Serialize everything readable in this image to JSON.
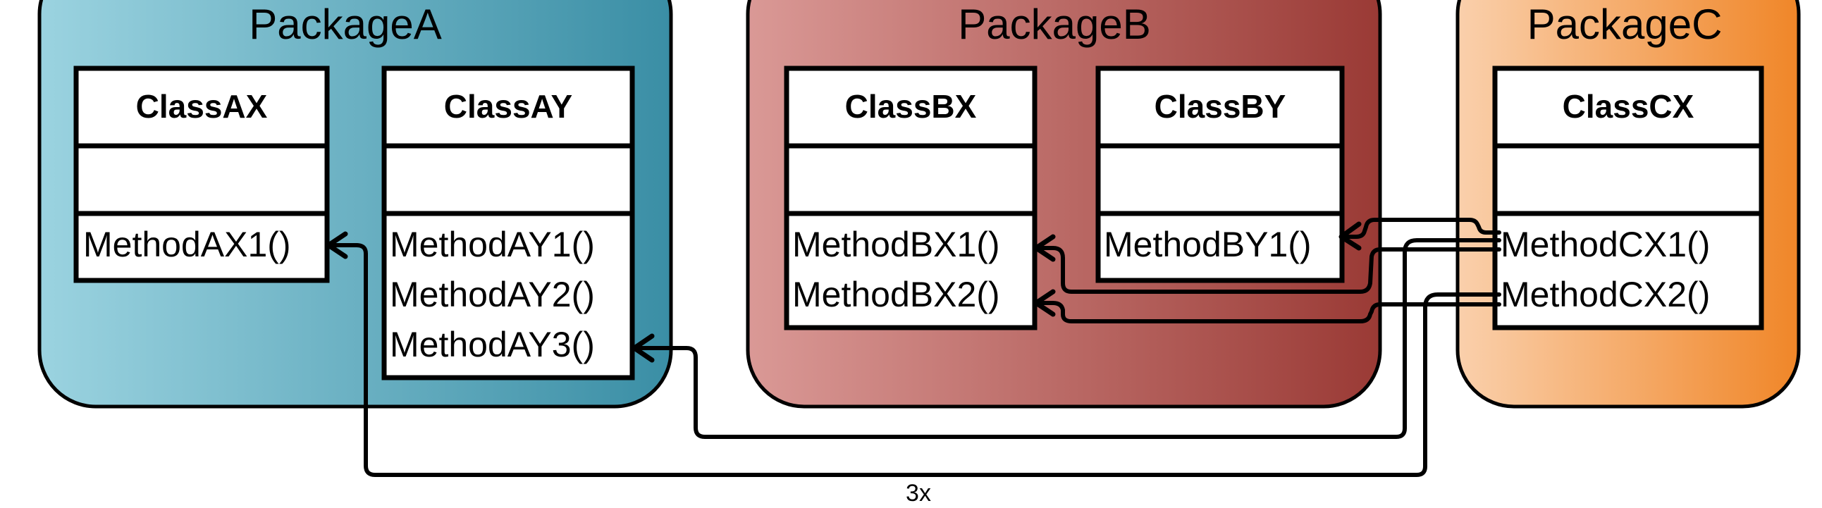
{
  "packages": [
    {
      "name": "PackageA",
      "colors": {
        "start": "#9bd3e0",
        "end": "#3a8ea5"
      },
      "classes": [
        {
          "name": "ClassAX",
          "methods": [
            "MethodAX1()"
          ]
        },
        {
          "name": "ClassAY",
          "methods": [
            "MethodAY1()",
            "MethodAY2()",
            "MethodAY3()"
          ]
        }
      ]
    },
    {
      "name": "PackageB",
      "colors": {
        "start": "#da9996",
        "end": "#9a3a35"
      },
      "classes": [
        {
          "name": "ClassBX",
          "methods": [
            "MethodBX1()",
            "MethodBX2()"
          ]
        },
        {
          "name": "ClassBY",
          "methods": [
            "MethodBY1()"
          ]
        }
      ]
    },
    {
      "name": "PackageC",
      "colors": {
        "start": "#fad0ac",
        "end": "#f08628"
      },
      "classes": [
        {
          "name": "ClassCX",
          "methods": [
            "MethodCX1()",
            "MethodCX2()"
          ]
        }
      ]
    }
  ],
  "dependencies": [
    {
      "from": "MethodCX1()",
      "to": "MethodBY1()"
    },
    {
      "from": "MethodCX1()",
      "to": "MethodAY3()"
    },
    {
      "from": "MethodCX1()",
      "to": "MethodBX1()"
    },
    {
      "from": "MethodCX2()",
      "to": "MethodAX1()",
      "label": "3x"
    },
    {
      "from": "MethodCX2()",
      "to": "MethodBX2()"
    }
  ],
  "multiplicity_label": "3x"
}
